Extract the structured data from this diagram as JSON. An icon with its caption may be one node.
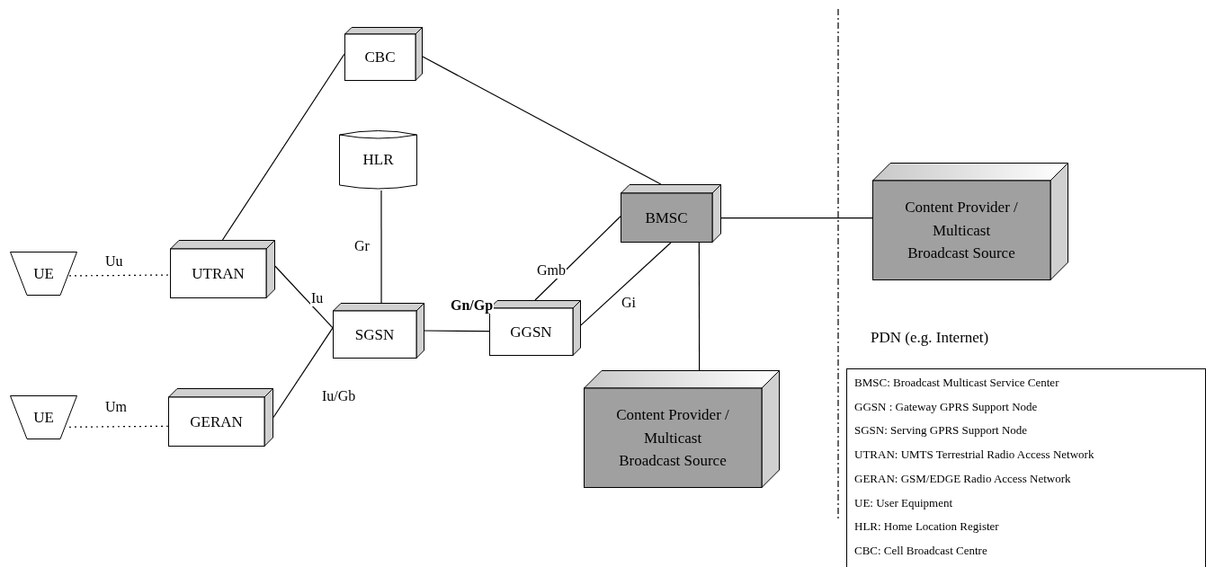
{
  "diagram": {
    "nodes": [
      {
        "text": [
          "CBC"
        ]
      },
      {
        "text": [
          "HLR"
        ]
      },
      {
        "text": [
          "UE"
        ]
      },
      {
        "text": [
          "UTRAN"
        ]
      },
      {
        "text": [
          "SGSN"
        ]
      },
      {
        "text": [
          "GGSN"
        ]
      },
      {
        "text": [
          "BMSC"
        ]
      },
      {
        "text": [
          "Content Provider / Multicast Broadcast Source"
        ]
      },
      {
        "text": [
          "UE"
        ]
      },
      {
        "text": [
          "GERAN"
        ]
      },
      {
        "text": [
          "Content Provider / Multicast Broadcast Source"
        ]
      },
      {
        "text": [
          "BMSC: Broadcast Multicast Service Center",
          "GGSN : Gateway GPRS Support Node",
          "SGSN: Serving GPRS Support Node",
          "UTRAN: UMTS Terrestrial Radio Access Network",
          "GERAN: GSM/EDGE Radio Access Network",
          "UE: User Equipment",
          "HLR: Home Location Register",
          "CBC: Cell Broadcast Centre"
        ]
      }
    ],
    "edges": [
      {
        "from": 2,
        "to": 3,
        "arrow": "none",
        "label": "Uu",
        "style": "dashed"
      },
      {
        "from": 8,
        "to": 9,
        "arrow": "none",
        "label": "Um",
        "style": "dashed"
      },
      {
        "from": 3,
        "to": 0,
        "arrow": "none"
      },
      {
        "from": 0,
        "to": 6,
        "arrow": "none"
      },
      {
        "from": 1,
        "to": 4,
        "arrow": "none",
        "label": "Gr"
      },
      {
        "from": 3,
        "to": 4,
        "arrow": "none",
        "label": "Iu"
      },
      {
        "from": 9,
        "to": 4,
        "arrow": "none",
        "label": "Iu/Gb"
      },
      {
        "from": 4,
        "to": 5,
        "arrow": "none",
        "label": "Gn/Gp"
      },
      {
        "from": 5,
        "to": 6,
        "arrow": "none",
        "label": "Gmb"
      },
      {
        "from": 5,
        "to": 6,
        "arrow": "none",
        "label": "Gi"
      },
      {
        "from": 6,
        "to": 7,
        "arrow": "none"
      },
      {
        "from": 6,
        "to": 10,
        "arrow": "none"
      }
    ],
    "labels": [
      "PDN (e.g. Internet)"
    ]
  }
}
